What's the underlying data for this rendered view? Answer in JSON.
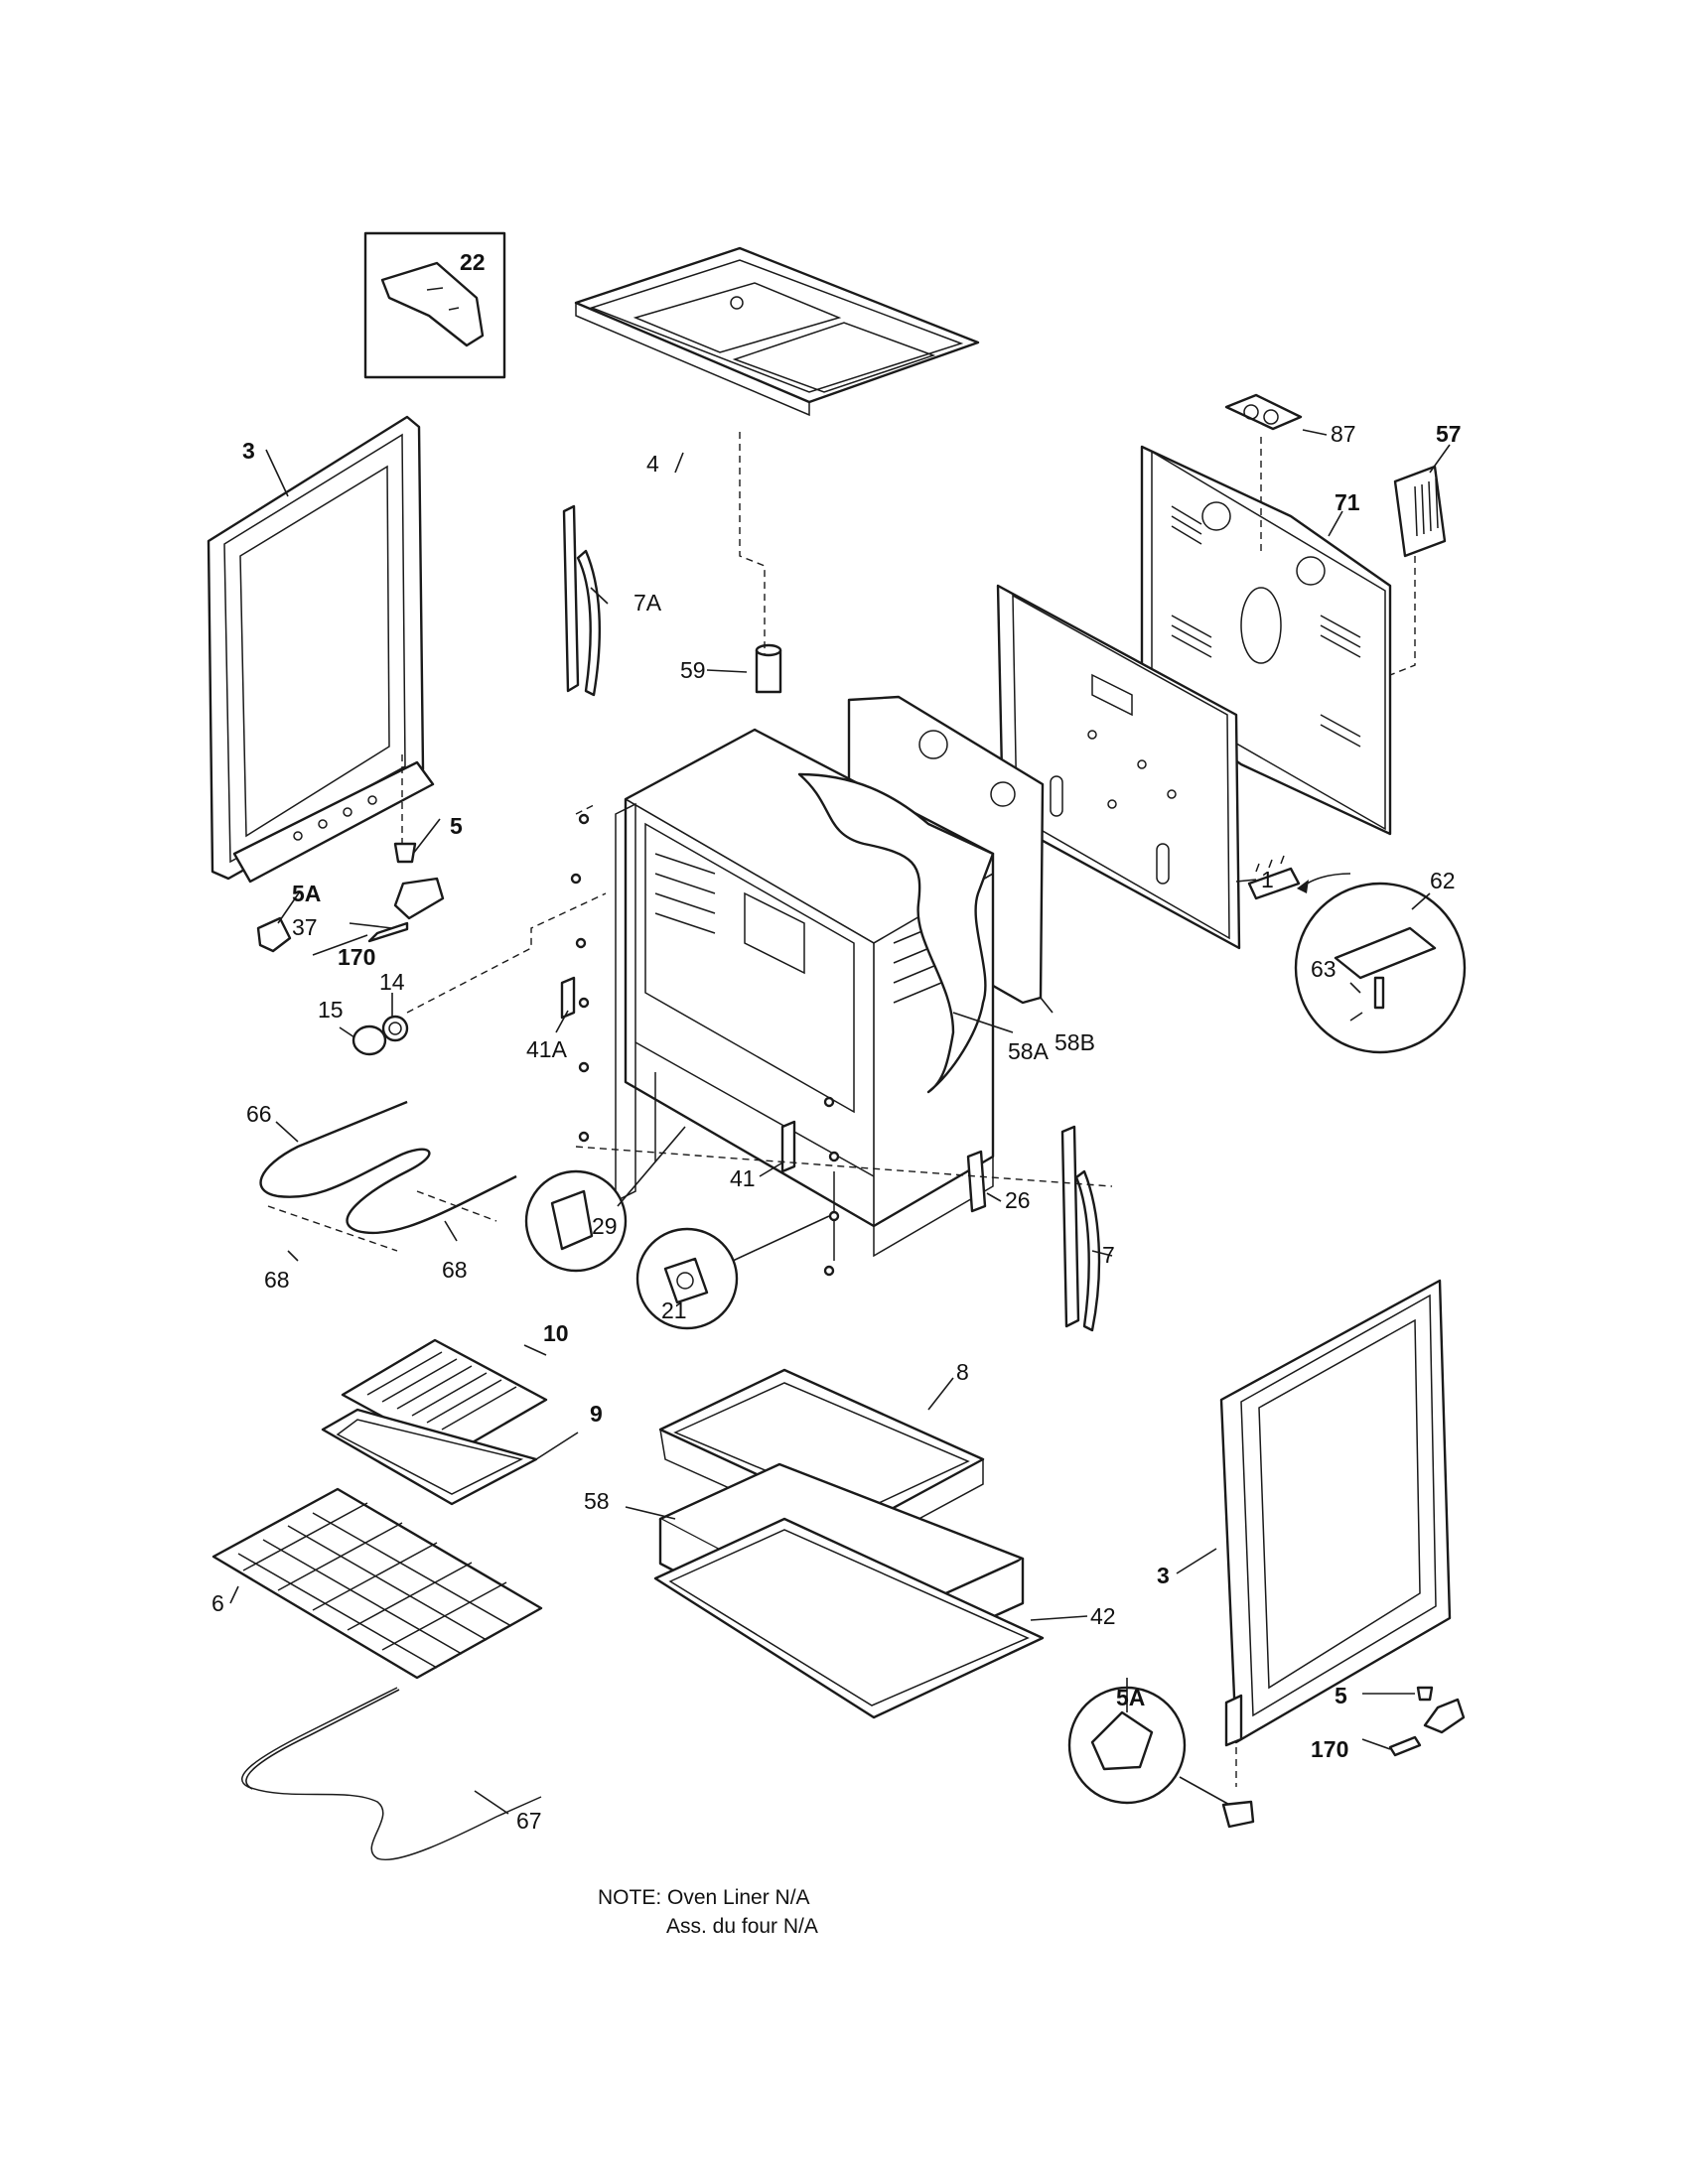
{
  "callouts": {
    "p22": "22",
    "p3_left": "3",
    "p4": "4",
    "p7a": "7A",
    "p59": "59",
    "p87": "87",
    "p57": "57",
    "p71": "71",
    "p5_left": "5",
    "p5a_left": "5A",
    "p37": "37",
    "p170_left": "170",
    "p1": "1",
    "p62": "62",
    "p63": "63",
    "p15": "15",
    "p14": "14",
    "p41a": "41A",
    "p58a": "58A",
    "p58b": "58B",
    "p66": "66",
    "p68_left": "68",
    "p68_right": "68",
    "p29": "29",
    "p41": "41",
    "p26": "26",
    "p7": "7",
    "p21": "21",
    "p10": "10",
    "p9": "9",
    "p8": "8",
    "p58": "58",
    "p6": "6",
    "p42": "42",
    "p3_right": "3",
    "p5a_right": "5A",
    "p5_right": "5",
    "p170_right": "170",
    "p67": "67"
  },
  "note": {
    "line1": "NOTE: Oven Liner N/A",
    "line2": "Ass. du four N/A"
  }
}
